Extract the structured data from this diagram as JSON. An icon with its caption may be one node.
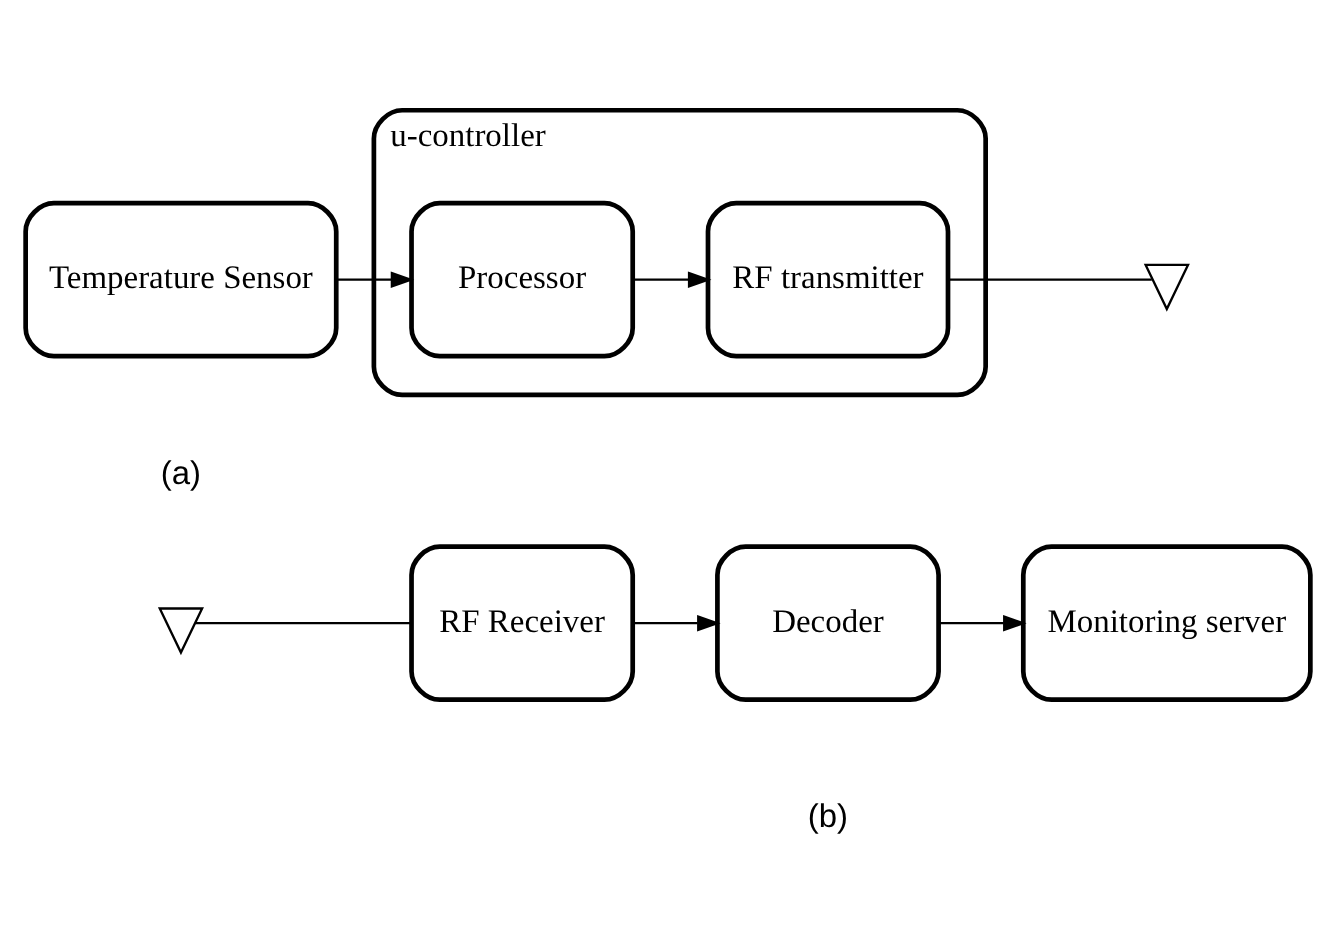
{
  "diagram": {
    "nodes": [
      {
        "text": [
          "Temperature Sensor"
        ]
      },
      {
        "text": [
          "u-controller"
        ]
      },
      {
        "text": [
          "Processor"
        ],
        "in": 1
      },
      {
        "text": [
          "RF transmitter"
        ],
        "in": 1
      },
      {
        "text": [],
        "shape": "antenna"
      },
      {
        "text": [],
        "shape": "antenna"
      },
      {
        "text": [
          "RF Receiver"
        ]
      },
      {
        "text": [
          "Decoder"
        ]
      },
      {
        "text": [
          "Monitoring server"
        ]
      }
    ],
    "edges": [
      {
        "from": 0,
        "to": 2,
        "arrow": "to"
      },
      {
        "from": 2,
        "to": 3,
        "arrow": "to"
      },
      {
        "from": 3,
        "to": 4,
        "arrow": "none"
      },
      {
        "from": 5,
        "to": 6,
        "arrow": "none"
      },
      {
        "from": 6,
        "to": 7,
        "arrow": "to"
      },
      {
        "from": 7,
        "to": 8,
        "arrow": "to"
      }
    ],
    "labels": [
      "(a)",
      "(b)"
    ]
  }
}
